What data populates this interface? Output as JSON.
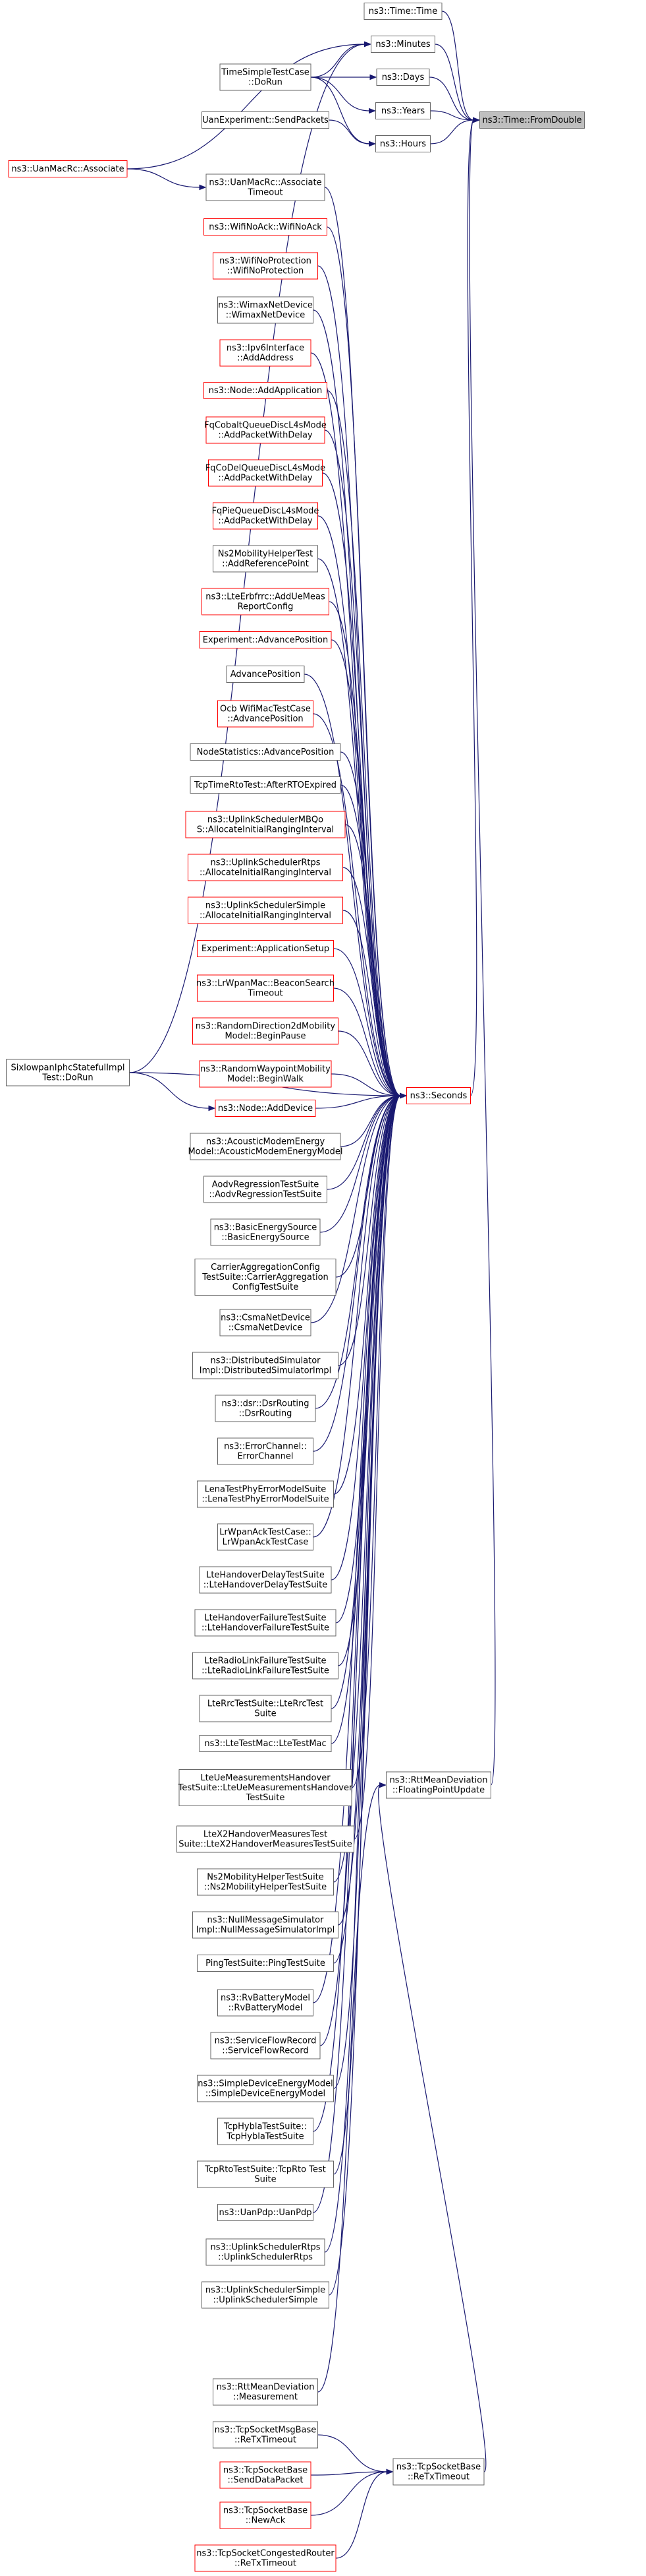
{
  "colors": {
    "normal": "#666666",
    "linkless": "#ff0000",
    "root_fill": "#bfbfbf",
    "edge": "#191970"
  },
  "nodes": [
    {
      "id": "root",
      "lines": [
        "ns3::Time::FromDouble"
      ],
      "style": "root"
    },
    {
      "id": "time",
      "lines": [
        "ns3::Time::Time"
      ],
      "style": "normal"
    },
    {
      "id": "minutes",
      "lines": [
        "ns3::Minutes"
      ],
      "style": "normal"
    },
    {
      "id": "days",
      "lines": [
        "ns3::Days"
      ],
      "style": "normal"
    },
    {
      "id": "years",
      "lines": [
        "ns3::Years"
      ],
      "style": "normal"
    },
    {
      "id": "hours",
      "lines": [
        "ns3::Hours"
      ],
      "style": "normal"
    },
    {
      "id": "seconds",
      "lines": [
        "ns3::Seconds"
      ],
      "style": "red"
    },
    {
      "id": "rttfpu",
      "lines": [
        "ns3::RttMeanDeviation",
        "::FloatingPointUpdate"
      ],
      "style": "normal"
    },
    {
      "id": "retx",
      "lines": [
        "ns3::TcpSocketBase",
        "::ReTxTimeout"
      ],
      "style": "normal"
    },
    {
      "id": "tst",
      "lines": [
        "TimeSimpleTestCase",
        "::DoRun"
      ],
      "style": "normal"
    },
    {
      "id": "uanexp",
      "lines": [
        "UanExperiment::SendPackets"
      ],
      "style": "normal"
    },
    {
      "id": "uanassoc",
      "lines": [
        "ns3::UanMacRc::Associate"
      ],
      "style": "red"
    },
    {
      "id": "sixlow",
      "lines": [
        "SixlowpanIphcStatefulImpl",
        "Test::DoRun"
      ],
      "style": "normal"
    },
    {
      "id": "c1",
      "lines": [
        "ns3::UanMacRc::Associate",
        "Timeout"
      ],
      "style": "normal"
    },
    {
      "id": "c2",
      "lines": [
        "ns3::WifiNoAck::WifiNoAck"
      ],
      "style": "red"
    },
    {
      "id": "c3",
      "lines": [
        "ns3::WifiNoProtection",
        "::WifiNoProtection"
      ],
      "style": "red"
    },
    {
      "id": "c4",
      "lines": [
        "ns3::WimaxNetDevice",
        "::WimaxNetDevice"
      ],
      "style": "normal"
    },
    {
      "id": "c5",
      "lines": [
        "ns3::Ipv6Interface",
        "::AddAddress"
      ],
      "style": "red"
    },
    {
      "id": "c6",
      "lines": [
        "ns3::Node::AddApplication"
      ],
      "style": "red"
    },
    {
      "id": "c7",
      "lines": [
        "FqCobaltQueueDiscL4sMode",
        "::AddPacketWithDelay"
      ],
      "style": "red"
    },
    {
      "id": "c8",
      "lines": [
        "FqCoDelQueueDiscL4sMode",
        "::AddPacketWithDelay"
      ],
      "style": "red"
    },
    {
      "id": "c9",
      "lines": [
        "FqPieQueueDiscL4sMode",
        "::AddPacketWithDelay"
      ],
      "style": "red"
    },
    {
      "id": "c10",
      "lines": [
        "Ns2MobilityHelperTest",
        "::AddReferencePoint"
      ],
      "style": "normal"
    },
    {
      "id": "c11",
      "lines": [
        "ns3::LteErbfrrc::AddUeMeas",
        "ReportConfig"
      ],
      "style": "red"
    },
    {
      "id": "c12",
      "lines": [
        "Experiment::AdvancePosition"
      ],
      "style": "red"
    },
    {
      "id": "c13",
      "lines": [
        "AdvancePosition"
      ],
      "style": "normal"
    },
    {
      "id": "c14",
      "lines": [
        "Ocb WifiMacTestCase",
        "::AdvancePosition"
      ],
      "style": "red"
    },
    {
      "id": "c15",
      "lines": [
        "NodeStatistics::AdvancePosition"
      ],
      "style": "normal"
    },
    {
      "id": "c16",
      "lines": [
        "TcpTimeRtoTest::AfterRTOExpired"
      ],
      "style": "normal"
    },
    {
      "id": "c17",
      "lines": [
        "ns3::UplinkSchedulerMBQo",
        "S::AllocateInitialRangingInterval"
      ],
      "style": "red"
    },
    {
      "id": "c18",
      "lines": [
        "ns3::UplinkSchedulerRtps",
        "::AllocateInitialRangingInterval"
      ],
      "style": "red"
    },
    {
      "id": "c19",
      "lines": [
        "ns3::UplinkSchedulerSimple",
        "::AllocateInitialRangingInterval"
      ],
      "style": "red"
    },
    {
      "id": "c20",
      "lines": [
        "Experiment::ApplicationSetup"
      ],
      "style": "red"
    },
    {
      "id": "c21",
      "lines": [
        "ns3::LrWpanMac::BeaconSearch",
        "Timeout"
      ],
      "style": "red"
    },
    {
      "id": "c22",
      "lines": [
        "ns3::RandomDirection2dMobility",
        "Model::BeginPause"
      ],
      "style": "red"
    },
    {
      "id": "c23",
      "lines": [
        "ns3::RandomWaypointMobility",
        "Model::BeginWalk"
      ],
      "style": "red"
    },
    {
      "id": "c24",
      "lines": [
        "ns3::Node::AddDevice"
      ],
      "style": "red"
    },
    {
      "id": "c25",
      "lines": [
        "ns3::AcousticModemEnergy",
        "Model::AcousticModemEnergyModel"
      ],
      "style": "normal"
    },
    {
      "id": "c26",
      "lines": [
        "AodvRegressionTestSuite",
        "::AodvRegressionTestSuite"
      ],
      "style": "normal"
    },
    {
      "id": "c27",
      "lines": [
        "ns3::BasicEnergySource",
        "::BasicEnergySource"
      ],
      "style": "normal"
    },
    {
      "id": "c28",
      "lines": [
        "CarrierAggregationConfig",
        "TestSuite::CarrierAggregation",
        "ConfigTestSuite"
      ],
      "style": "normal"
    },
    {
      "id": "c29",
      "lines": [
        "ns3::CsmaNetDevice",
        "::CsmaNetDevice"
      ],
      "style": "normal"
    },
    {
      "id": "c30",
      "lines": [
        "ns3::DistributedSimulator",
        "Impl::DistributedSimulatorImpl"
      ],
      "style": "normal"
    },
    {
      "id": "c31",
      "lines": [
        "ns3::dsr::DsrRouting",
        "::DsrRouting"
      ],
      "style": "normal"
    },
    {
      "id": "c32",
      "lines": [
        "ns3::ErrorChannel::",
        "ErrorChannel"
      ],
      "style": "normal"
    },
    {
      "id": "c33",
      "lines": [
        "LenaTestPhyErrorModelSuite",
        "::LenaTestPhyErrorModelSuite"
      ],
      "style": "normal"
    },
    {
      "id": "c34",
      "lines": [
        "LrWpanAckTestCase::",
        "LrWpanAckTestCase"
      ],
      "style": "normal"
    },
    {
      "id": "c35",
      "lines": [
        "LteHandoverDelayTestSuite",
        "::LteHandoverDelayTestSuite"
      ],
      "style": "normal"
    },
    {
      "id": "c36",
      "lines": [
        "LteHandoverFailureTestSuite",
        "::LteHandoverFailureTestSuite"
      ],
      "style": "normal"
    },
    {
      "id": "c37",
      "lines": [
        "LteRadioLinkFailureTestSuite",
        "::LteRadioLinkFailureTestSuite"
      ],
      "style": "normal"
    },
    {
      "id": "c38",
      "lines": [
        "LteRrcTestSuite::LteRrcTest",
        "Suite"
      ],
      "style": "normal"
    },
    {
      "id": "c39",
      "lines": [
        "ns3::LteTestMac::LteTestMac"
      ],
      "style": "normal"
    },
    {
      "id": "c40",
      "lines": [
        "LteUeMeasurementsHandover",
        "TestSuite::LteUeMeasurementsHandover",
        "TestSuite"
      ],
      "style": "normal"
    },
    {
      "id": "c41",
      "lines": [
        "LteX2HandoverMeasuresTest",
        "Suite::LteX2HandoverMeasuresTestSuite"
      ],
      "style": "normal"
    },
    {
      "id": "c42",
      "lines": [
        "Ns2MobilityHelperTestSuite",
        "::Ns2MobilityHelperTestSuite"
      ],
      "style": "normal"
    },
    {
      "id": "c43",
      "lines": [
        "ns3::NullMessageSimulator",
        "Impl::NullMessageSimulatorImpl"
      ],
      "style": "normal"
    },
    {
      "id": "c44",
      "lines": [
        "PingTestSuite::PingTestSuite"
      ],
      "style": "normal"
    },
    {
      "id": "c45",
      "lines": [
        "ns3::RvBatteryModel",
        "::RvBatteryModel"
      ],
      "style": "normal"
    },
    {
      "id": "c46",
      "lines": [
        "ns3::ServiceFlowRecord",
        "::ServiceFlowRecord"
      ],
      "style": "normal"
    },
    {
      "id": "c47",
      "lines": [
        "ns3::SimpleDeviceEnergyModel",
        "::SimpleDeviceEnergyModel"
      ],
      "style": "normal"
    },
    {
      "id": "c48",
      "lines": [
        "TcpHyblaTestSuite::",
        "TcpHyblaTestSuite"
      ],
      "style": "normal"
    },
    {
      "id": "c49",
      "lines": [
        "TcpRtoTestSuite::TcpRto Test",
        "Suite"
      ],
      "style": "normal"
    },
    {
      "id": "c50",
      "lines": [
        "ns3::UanPdp::UanPdp"
      ],
      "style": "normal"
    },
    {
      "id": "c51",
      "lines": [
        "ns3::UplinkSchedulerRtps",
        "::UplinkSchedulerRtps"
      ],
      "style": "normal"
    },
    {
      "id": "c52",
      "lines": [
        "ns3::UplinkSchedulerSimple",
        "::UplinkSchedulerSimple"
      ],
      "style": "normal"
    },
    {
      "id": "rttmeas",
      "lines": [
        "ns3::RttMeanDeviation",
        "::Measurement"
      ],
      "style": "normal"
    },
    {
      "id": "msgbase",
      "lines": [
        "ns3::TcpSocketMsgBase",
        "::ReTxTimeout"
      ],
      "style": "normal"
    },
    {
      "id": "senddata",
      "lines": [
        "ns3::TcpSocketBase",
        "::SendDataPacket"
      ],
      "style": "red"
    },
    {
      "id": "newack",
      "lines": [
        "ns3::TcpSocketBase",
        "::NewAck"
      ],
      "style": "red"
    },
    {
      "id": "congested",
      "lines": [
        "ns3::TcpSocketCongestedRouter",
        "::ReTxTimeout"
      ],
      "style": "red"
    }
  ],
  "edges": [
    [
      "time",
      "root"
    ],
    [
      "minutes",
      "root"
    ],
    [
      "days",
      "root"
    ],
    [
      "years",
      "root"
    ],
    [
      "hours",
      "root"
    ],
    [
      "seconds",
      "root"
    ],
    [
      "rttfpu",
      "root"
    ],
    [
      "tst",
      "minutes"
    ],
    [
      "tst",
      "days"
    ],
    [
      "tst",
      "years"
    ],
    [
      "tst",
      "hours"
    ],
    [
      "uanexp",
      "hours"
    ],
    [
      "uanassoc",
      "minutes"
    ],
    [
      "sixlow",
      "minutes"
    ],
    [
      "uanassoc",
      "c1"
    ],
    [
      "sixlow",
      "c24"
    ],
    [
      "sixlow",
      "seconds"
    ],
    [
      "c1",
      "seconds"
    ],
    [
      "c2",
      "seconds"
    ],
    [
      "c3",
      "seconds"
    ],
    [
      "c4",
      "seconds"
    ],
    [
      "c5",
      "seconds"
    ],
    [
      "c6",
      "seconds"
    ],
    [
      "c7",
      "seconds"
    ],
    [
      "c8",
      "seconds"
    ],
    [
      "c9",
      "seconds"
    ],
    [
      "c10",
      "seconds"
    ],
    [
      "c11",
      "seconds"
    ],
    [
      "c12",
      "seconds"
    ],
    [
      "c13",
      "seconds"
    ],
    [
      "c14",
      "seconds"
    ],
    [
      "c15",
      "seconds"
    ],
    [
      "c16",
      "seconds"
    ],
    [
      "c17",
      "seconds"
    ],
    [
      "c18",
      "seconds"
    ],
    [
      "c19",
      "seconds"
    ],
    [
      "c20",
      "seconds"
    ],
    [
      "c21",
      "seconds"
    ],
    [
      "c22",
      "seconds"
    ],
    [
      "c23",
      "seconds"
    ],
    [
      "c24",
      "seconds"
    ],
    [
      "c25",
      "seconds"
    ],
    [
      "c26",
      "seconds"
    ],
    [
      "c27",
      "seconds"
    ],
    [
      "c28",
      "seconds"
    ],
    [
      "c29",
      "seconds"
    ],
    [
      "c30",
      "seconds"
    ],
    [
      "c31",
      "seconds"
    ],
    [
      "c32",
      "seconds"
    ],
    [
      "c33",
      "seconds"
    ],
    [
      "c34",
      "seconds"
    ],
    [
      "c35",
      "seconds"
    ],
    [
      "c36",
      "seconds"
    ],
    [
      "c37",
      "seconds"
    ],
    [
      "c38",
      "seconds"
    ],
    [
      "c39",
      "seconds"
    ],
    [
      "c40",
      "seconds"
    ],
    [
      "c41",
      "seconds"
    ],
    [
      "c42",
      "seconds"
    ],
    [
      "c43",
      "seconds"
    ],
    [
      "c44",
      "seconds"
    ],
    [
      "c45",
      "seconds"
    ],
    [
      "c46",
      "seconds"
    ],
    [
      "c47",
      "seconds"
    ],
    [
      "c48",
      "seconds"
    ],
    [
      "c49",
      "seconds"
    ],
    [
      "c50",
      "seconds"
    ],
    [
      "c51",
      "seconds"
    ],
    [
      "c52",
      "seconds"
    ],
    [
      "rttmeas",
      "rttfpu"
    ],
    [
      "retx",
      "rttfpu"
    ],
    [
      "msgbase",
      "retx"
    ],
    [
      "senddata",
      "retx"
    ],
    [
      "newack",
      "retx"
    ],
    [
      "congested",
      "retx"
    ]
  ]
}
